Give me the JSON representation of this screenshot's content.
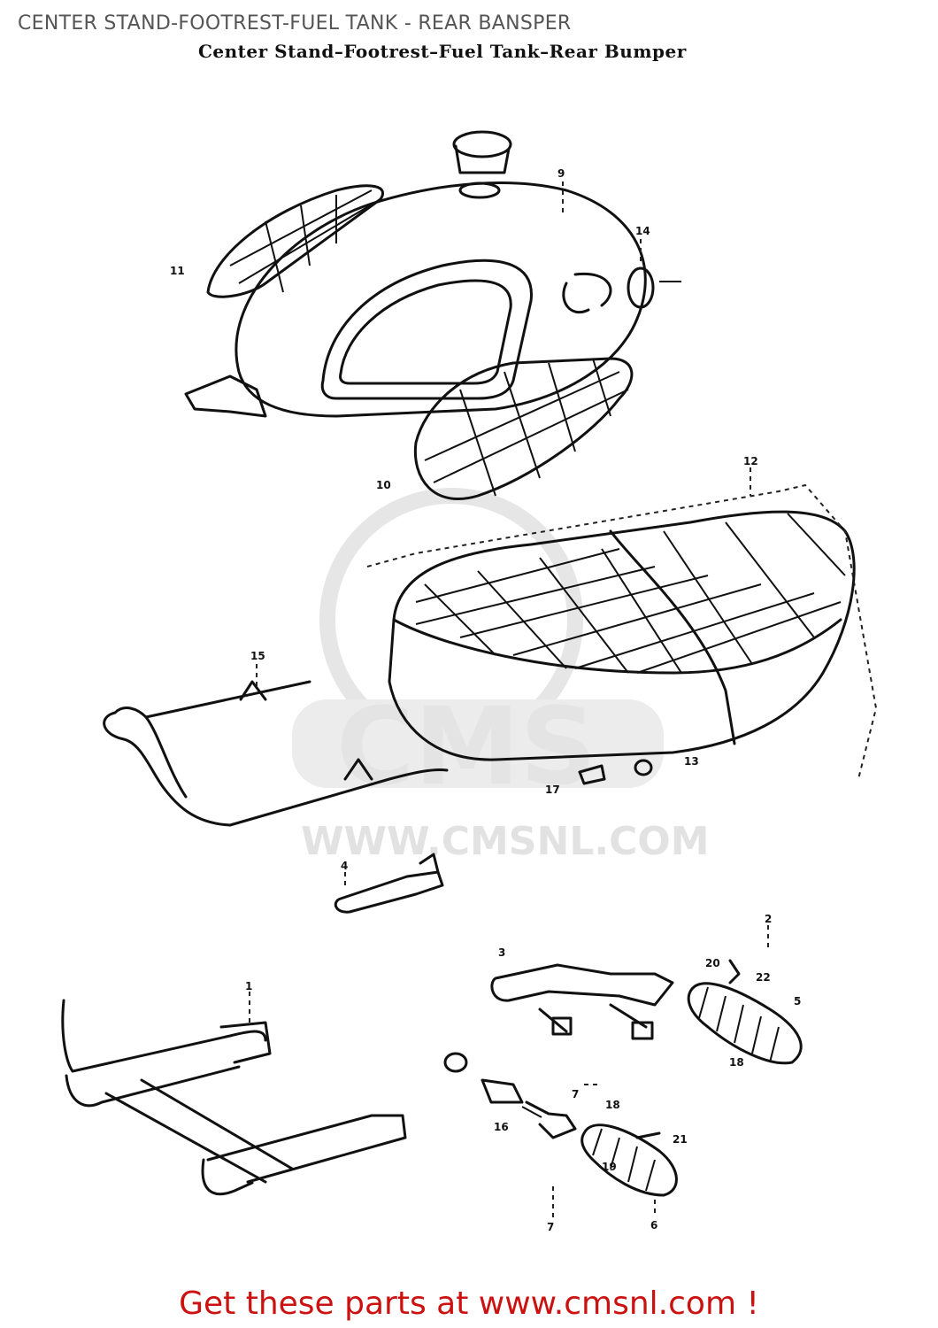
{
  "header": {
    "page_title": "CENTER STAND-FOOTREST-FUEL TANK - REAR BANSPER",
    "diagram_title": "Center Stand–Footrest–Fuel Tank–Rear Bumper"
  },
  "watermark": {
    "brand": "CMS",
    "url": "WWW.CMSNL.COM"
  },
  "part_labels": [
    "9",
    "11",
    "14",
    "10",
    "12",
    "15",
    "13",
    "17",
    "4",
    "1",
    "2",
    "3",
    "20",
    "22",
    "5",
    "18",
    "7",
    "18",
    "16",
    "21",
    "19",
    "7",
    "6"
  ],
  "footer": {
    "cta": "Get these parts at www.cmsnl.com !"
  },
  "colors": {
    "cta": "#cc1111",
    "header": "#555555",
    "watermark": "#e2e2e2"
  }
}
